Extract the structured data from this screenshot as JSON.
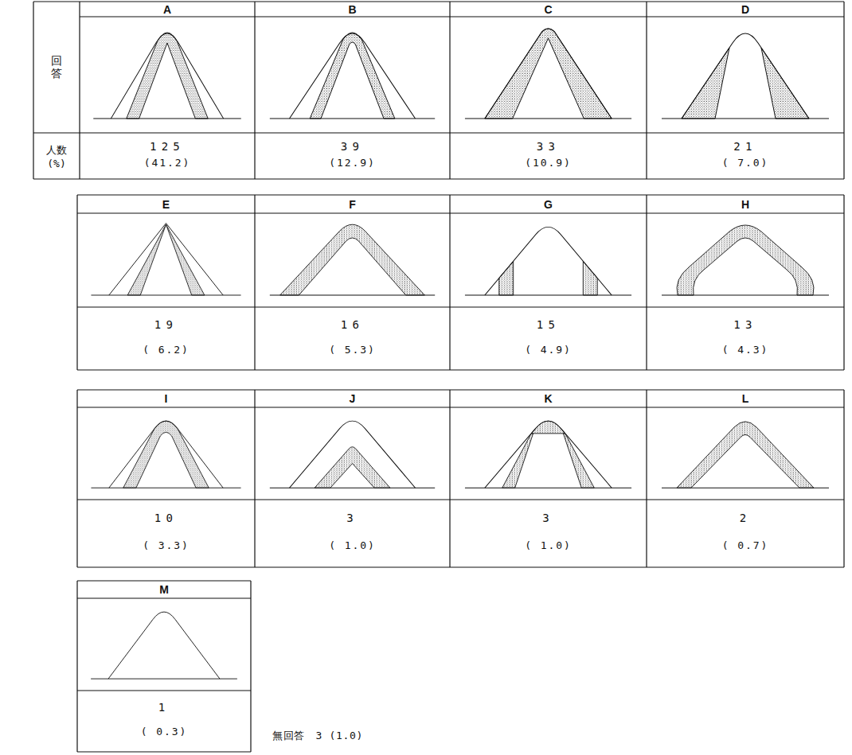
{
  "diagram": {
    "labels": [
      "回答",
      "人数 (%)",
      "A",
      "125",
      "(41.2)",
      "B",
      "39",
      "(12.9)",
      "C",
      "33",
      "(10.9)",
      "D",
      "21",
      "( 7.0)",
      "E",
      "19",
      "( 6.2)",
      "F",
      "16",
      "( 5.3)",
      "G",
      "15",
      "( 4.9)",
      "H",
      "13",
      "( 4.3)",
      "I",
      "10",
      "( 3.3)",
      "J",
      "3",
      "( 1.0)",
      "K",
      "3",
      "( 1.0)",
      "L",
      "2",
      "( 0.7)",
      "M",
      "1",
      "( 0.3)",
      "無回答　3 (1.0)"
    ]
  }
}
